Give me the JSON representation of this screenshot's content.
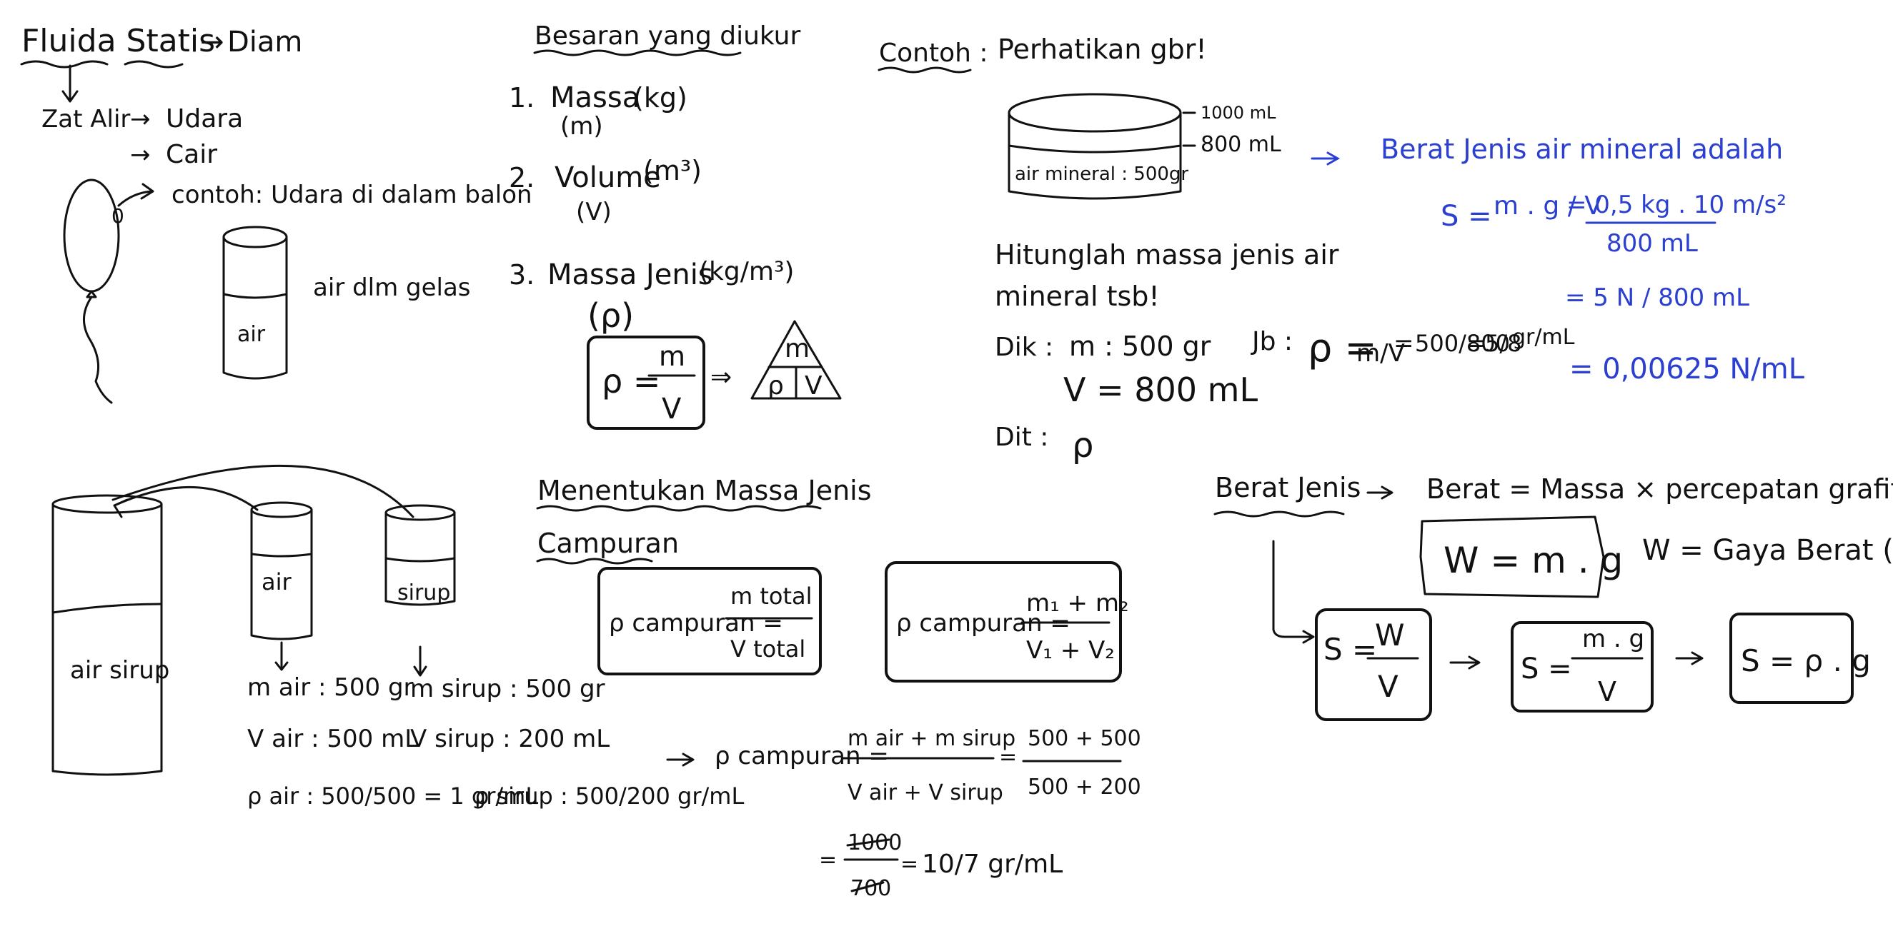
{
  "title": "Fluida Statis",
  "title_arrow_target": "Diam",
  "zat_alir": {
    "label": "Zat Alir",
    "items": [
      "Udara",
      "Cair"
    ],
    "example": "contoh: Udara di dalam balon",
    "balloon_letter": "0",
    "glass_label": "air",
    "glass_caption": "air dlm gelas"
  },
  "besaran": {
    "heading": "Besaran yang diukur",
    "items": [
      {
        "num": "1.",
        "name": "Massa",
        "unit": "(kg)",
        "symbol": "(m)"
      },
      {
        "num": "2.",
        "name": "Volume",
        "unit": "(m³)",
        "symbol": "(V)"
      },
      {
        "num": "3.",
        "name": "Massa Jenis",
        "unit": "(kg/m³)",
        "symbol": "(ρ)"
      }
    ],
    "formula_lhs": "ρ =",
    "formula_num": "m",
    "formula_den": "V",
    "triangle_top": "m",
    "triangle_left": "ρ",
    "triangle_right": "V"
  },
  "contoh": {
    "heading": "Contoh :",
    "instruction": "Perhatikan gbr!",
    "container_label": "air mineral : 500gr",
    "mark_top": "1000 mL",
    "mark_fill": "800 mL",
    "question_1": "Hitunglah massa jenis air",
    "question_2": "mineral tsb!",
    "dik_label": "Dik :",
    "dik_m": "m : 500 gr",
    "dik_v": "V = 800 mL",
    "dit_label": "Dit :",
    "dit_value": "ρ",
    "jb_label": "Jb :",
    "jb_steps": [
      "ρ =",
      "m/V",
      "=",
      "500/800",
      "=",
      "5/8",
      "gr/mL"
    ]
  },
  "berat_jenis_answer": {
    "heading": "Berat Jenis air mineral adalah",
    "line_1_lhs": "S =",
    "line_1_frac": "m . g / V",
    "line_1_rhs": "= 0,5 kg . 10 m/s²",
    "line_1_den": "800 mL",
    "line_2": "= 5 N / 800 mL",
    "line_3": "= 0,00625 N/mL"
  },
  "campuran": {
    "heading_1": "Menentukan Massa Jenis",
    "heading_2": "Campuran",
    "formula_1_lhs": "ρ campuran =",
    "formula_1_num": "m total",
    "formula_1_den": "V total",
    "formula_2_lhs": "ρ campuran =",
    "formula_2_num": "m₁ + m₂",
    "formula_2_den": "V₁ + V₂",
    "big_glass_label": "air sirup",
    "glass_air_label": "air",
    "glass_sirup_label": "sirup",
    "m_air": "m air : 500 gr",
    "m_sirup": "m sirup : 500 gr",
    "v_air": "V air : 500 mL",
    "v_sirup": "V sirup : 200 mL",
    "rho_air": "ρ air : 500/500 = 1 gr/mL",
    "rho_sirup": "ρ sirup : 500/200 gr/mL",
    "mix_lhs": "ρ campuran =",
    "mix_num": "m air + m sirup",
    "mix_den": "V air + V sirup",
    "mix_num_val": "500 + 500",
    "mix_den_val": "500 + 200",
    "mix_result_num": "1000",
    "mix_result_den": "700",
    "mix_final": "10/7 gr/mL"
  },
  "berat_jenis": {
    "heading": "Berat Jenis",
    "definition": "Berat = Massa × percepatan grafitasi",
    "box_formula": "W = m . g",
    "w_meaning": "W = Gaya Berat (N)",
    "f1_lhs": "S =",
    "f1_num": "W",
    "f1_den": "V",
    "f2_lhs": "S =",
    "f2_num": "m . g",
    "f2_den": "V",
    "f3": "S = ρ . g"
  },
  "colors": {
    "ink": "#111111",
    "blue_ink": "#2b3fd0",
    "background": "#ffffff"
  }
}
